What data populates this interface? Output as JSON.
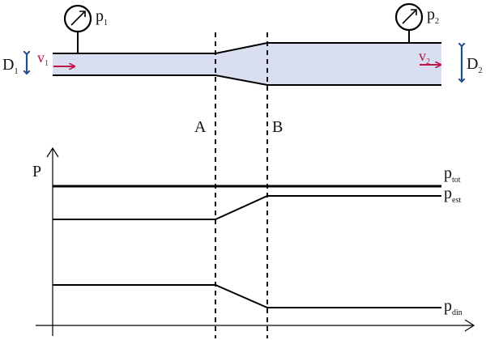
{
  "pipe": {
    "gauge1": {
      "label": "p",
      "sub": "1"
    },
    "gauge2": {
      "label": "p",
      "sub": "2"
    },
    "velocity1": {
      "label": "v",
      "sub": "1"
    },
    "velocity2": {
      "label": "v",
      "sub": "2"
    },
    "diameter1": {
      "label": "D",
      "sub": "1"
    },
    "diameter2": {
      "label": "D",
      "sub": "2"
    }
  },
  "sections": {
    "a": "A",
    "b": "B"
  },
  "graph": {
    "y_axis_label": "P",
    "curves": [
      {
        "label": "p",
        "sub": "tot"
      },
      {
        "label": "p",
        "sub": "est"
      },
      {
        "label": "p",
        "sub": "din"
      }
    ]
  },
  "colors": {
    "pipe_fill": "#d9dff0",
    "velocity_arrow": "#c0164a",
    "diameter_arrow": "#1f4e8c",
    "line": "#000000"
  }
}
